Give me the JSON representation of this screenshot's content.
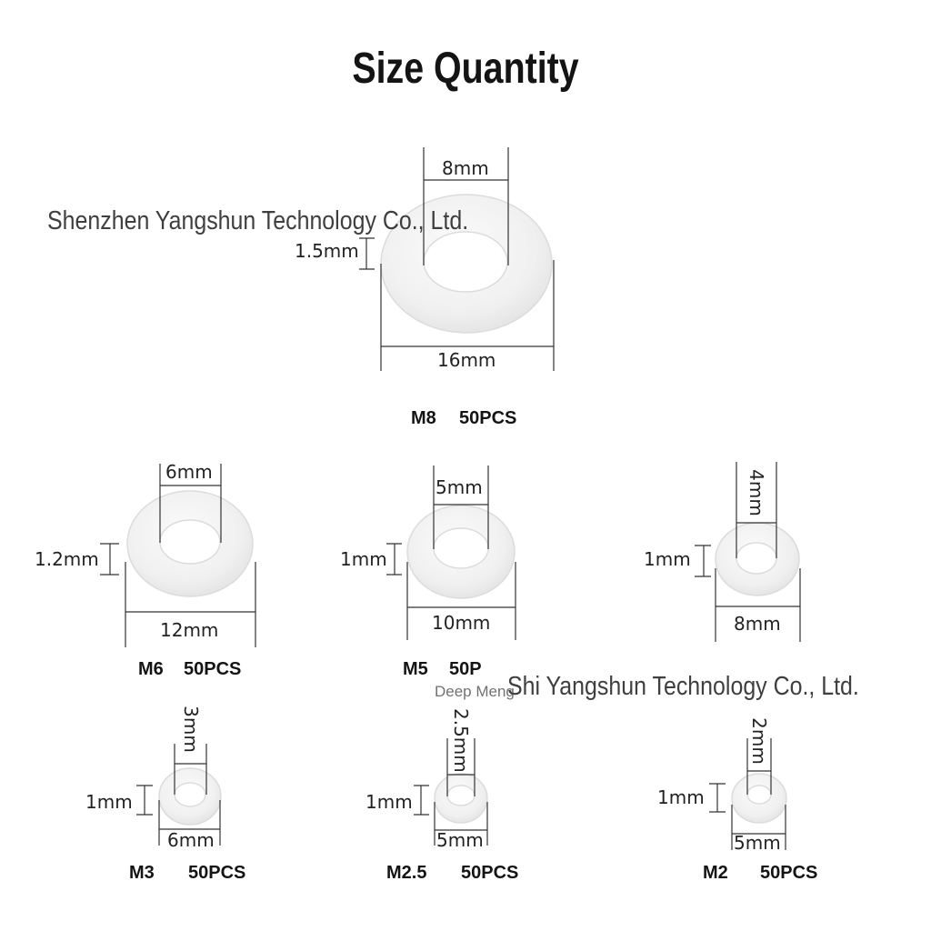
{
  "title": "Size Quantity",
  "watermarks": {
    "top": "Shenzhen Yangshun Technology Co., Ltd.",
    "middle": "Shi Yangshun Technology Co., Ltd.",
    "small": "Deep Meng"
  },
  "washers": [
    {
      "id": "m8",
      "inner": "8mm",
      "thickness": "1.5mm",
      "outer": "16mm",
      "size": "M8",
      "qty": "50PCS"
    },
    {
      "id": "m6",
      "inner": "6mm",
      "thickness": "1.2mm",
      "outer": "12mm",
      "size": "M6",
      "qty": "50PCS"
    },
    {
      "id": "m5",
      "inner": "5mm",
      "thickness": "1mm",
      "outer": "10mm",
      "size": "M5",
      "qty": "50P"
    },
    {
      "id": "m4",
      "inner": "4mm",
      "thickness": "1mm",
      "outer": "8mm",
      "size": "",
      "qty": ""
    },
    {
      "id": "m3",
      "inner": "3mm",
      "thickness": "1mm",
      "outer": "6mm",
      "size": "M3",
      "qty": "50PCS"
    },
    {
      "id": "m25",
      "inner": "2.5mm",
      "thickness": "1mm",
      "outer": "5mm",
      "size": "M2.5",
      "qty": "50PCS"
    },
    {
      "id": "m2",
      "inner": "2mm",
      "thickness": "1mm",
      "outer": "5mm",
      "size": "M2",
      "qty": "50PCS"
    }
  ],
  "colors": {
    "washer_fill": "#f1f1f1",
    "washer_edge": "#d4d4d4",
    "line": "#333333"
  }
}
